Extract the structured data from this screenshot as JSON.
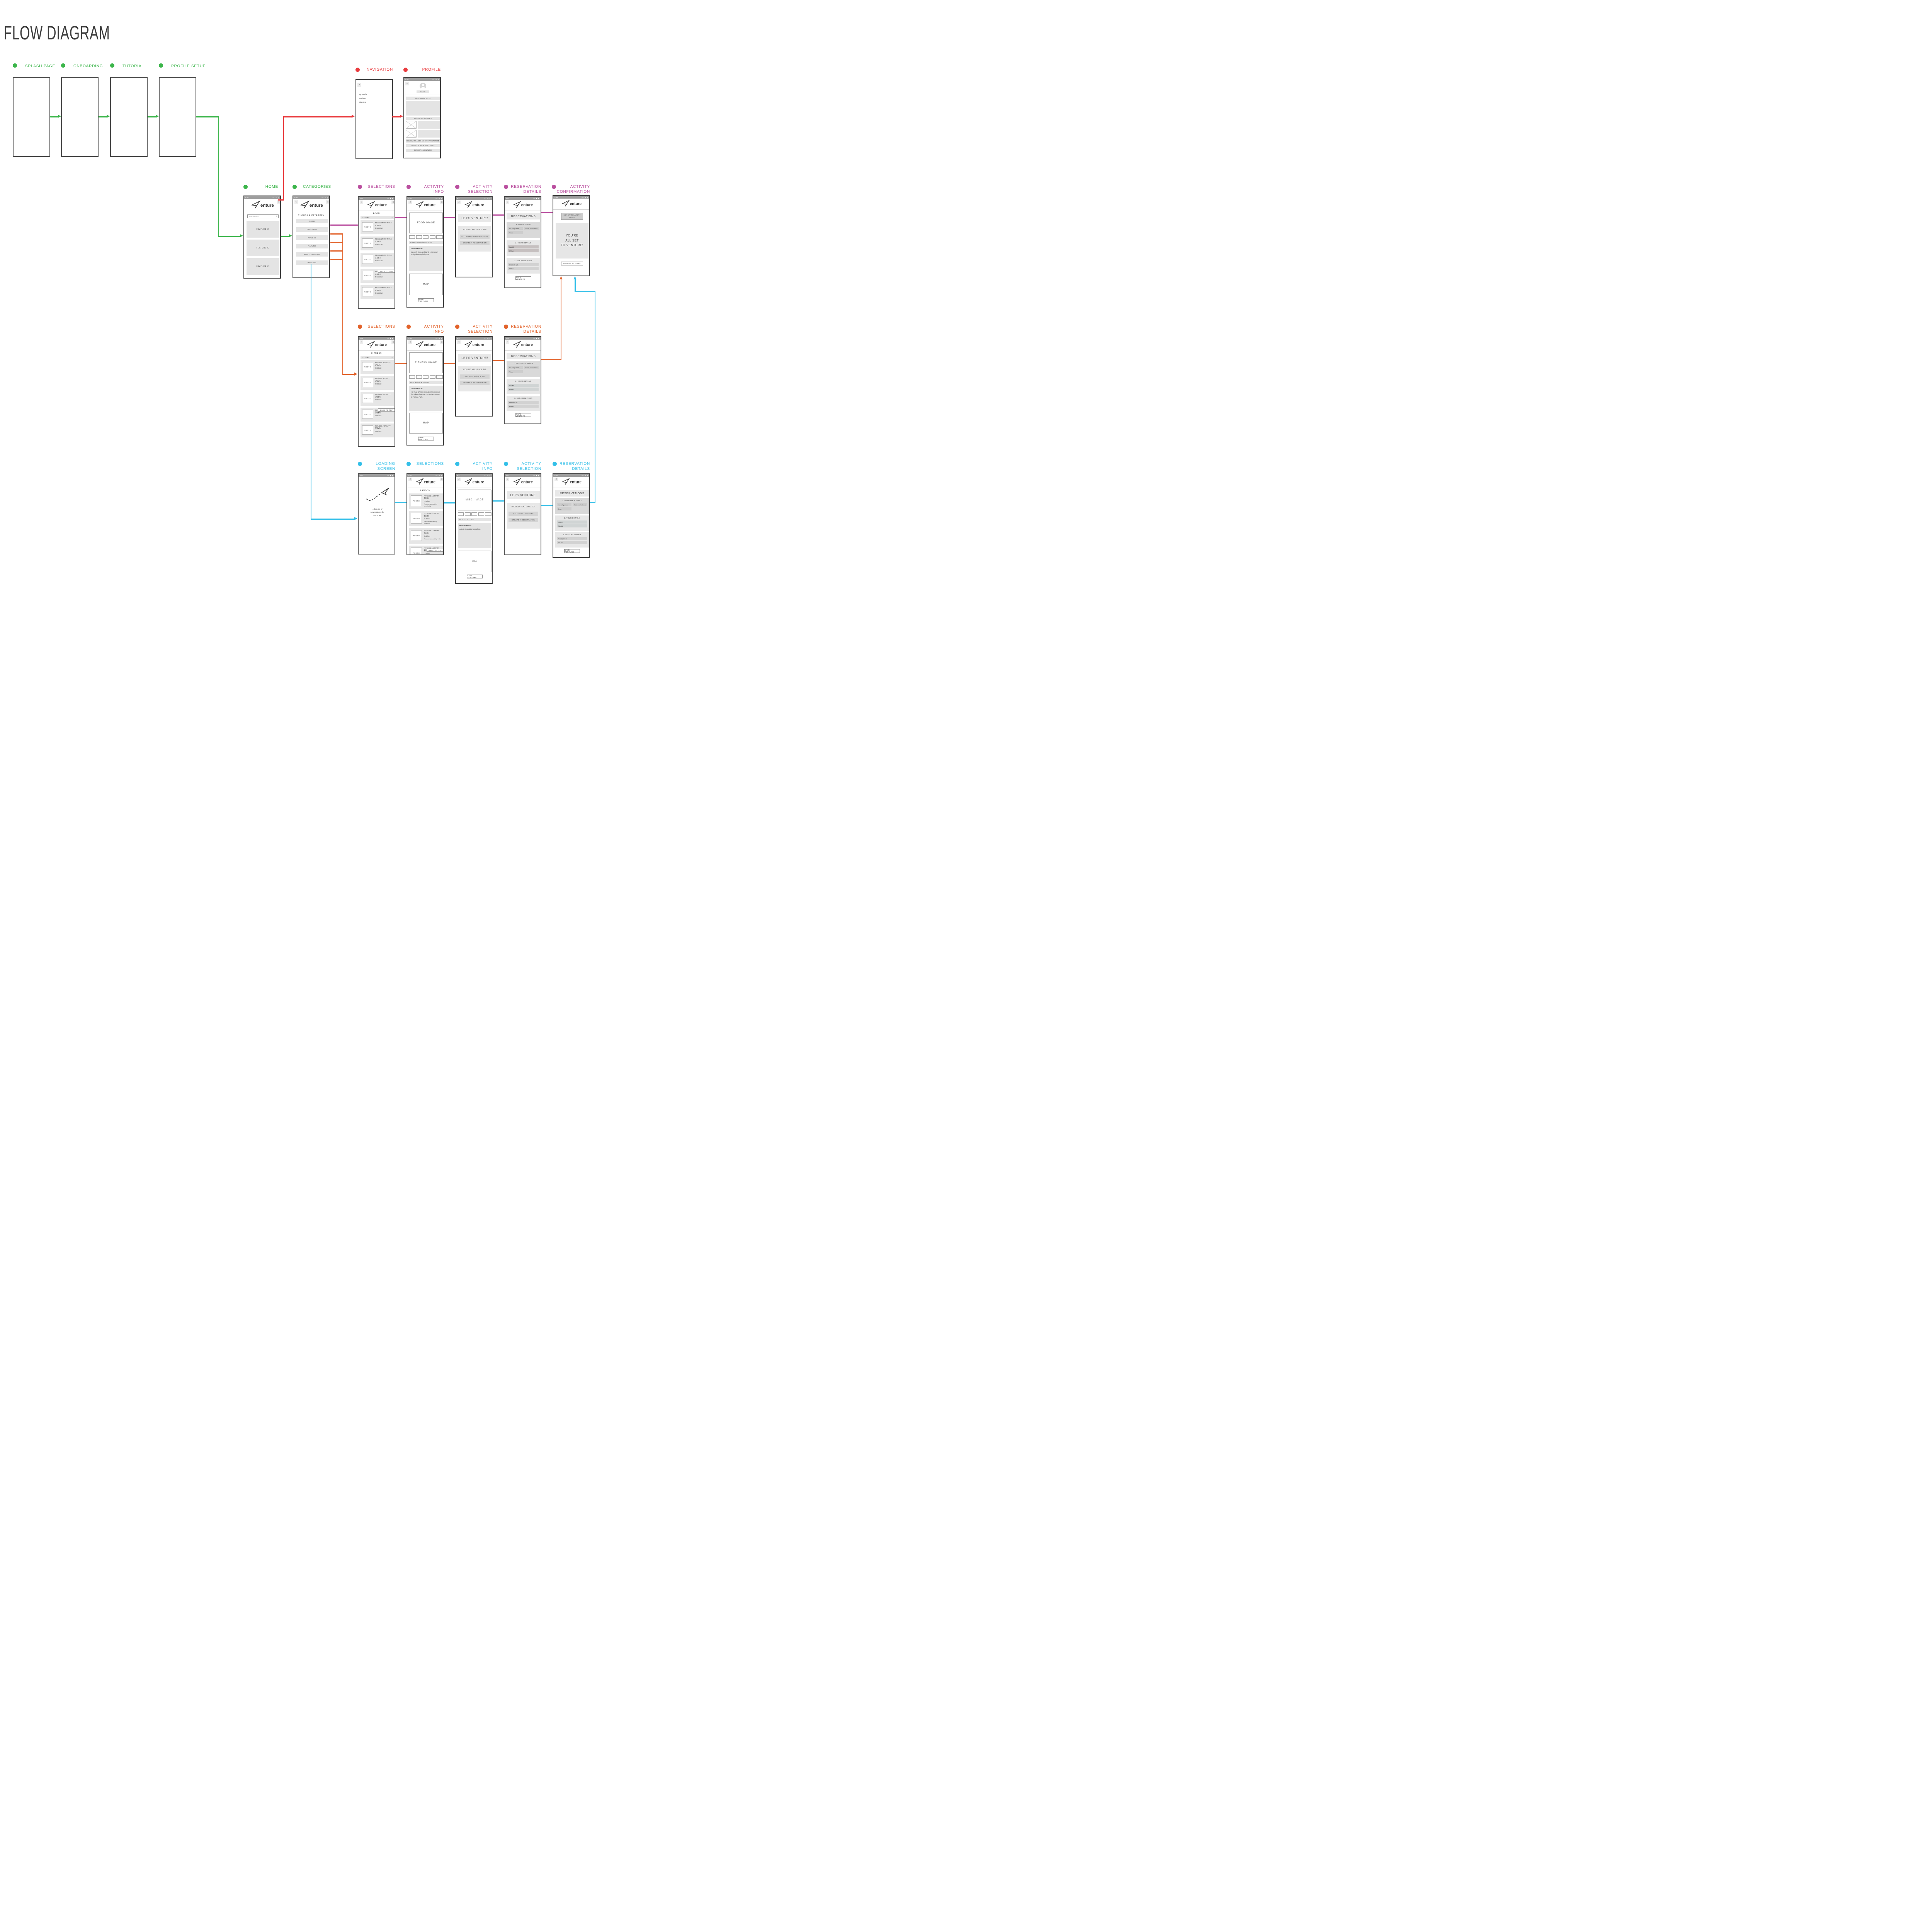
{
  "title": "FLOW DIAGRAM",
  "status": {
    "time": "9:41"
  },
  "brand": {
    "logo_text": "enture"
  },
  "icons": {
    "back": "<",
    "menu": "≡",
    "close": "×",
    "search": "⌕",
    "dropdown": "▼",
    "signal": "ılı",
    "wifi": "◆",
    "battery": "▮"
  },
  "colors": {
    "green": "#3bb54a",
    "red": "#e93a3d",
    "magenta": "#ba4f9f",
    "orange": "#e2622a",
    "blue": "#33bfe8"
  },
  "stages": {
    "splash": "SPLASH PAGE",
    "onboarding": "ONBOARDING",
    "tutorial": "TUTORIAL",
    "profile_setup": "PROFILE SETUP",
    "navigation": "NAVIGATION",
    "profile": "PROFILE",
    "home": "HOME",
    "categories": "CATEGORIES",
    "selections": "SELECTIONS",
    "activity": "ACTIVITY",
    "info": "INFO",
    "selection": "SELECTION",
    "reservation": "RESERVATION",
    "details": "DETAILS",
    "confirmation": "CONFIRMATION",
    "loading": "LOADING",
    "screen": "SCREEN"
  },
  "nav_screen": {
    "menu": [
      "My Profile",
      "Settings",
      "Sign Out"
    ]
  },
  "profile_screen": {
    "name": "NAME",
    "account_info": "ACCOUNT INFO",
    "saved_ventures": "SAVED VENTURES",
    "review": "REVIEW PLACES YOU'VE VENTURED",
    "vote": "VOTE ON NEW VENTURES",
    "submit": "SUBMIT A VENTURE"
  },
  "home_screen": {
    "search_placeholder": "enter location",
    "features": [
      "FEATURE #1",
      "FEATURE #2",
      "FEATURE #3"
    ]
  },
  "categories_screen": {
    "heading": "CHOOSE A CATEGORY",
    "buttons": [
      "FOOD",
      "CULTURAL",
      "FITNESS",
      "NATURE",
      "MISCELLANEOUS",
      "RANDOM"
    ]
  },
  "shared": {
    "filters": "FILTERS",
    "photo": "PHOTO",
    "rating": "4.8/5.0",
    "back_to_top": "BACK TO TOP",
    "description_label": "DESCRIPTION:",
    "map": "MAP",
    "save_venture": "SAVE VENTURE",
    "lets_venture": "LET'S VENTURE!",
    "would_you_like_to": "WOULD YOU LIKE TO:",
    "create_reservation": "CREATE A RESERVATION",
    "reservations": "RESERVATIONS",
    "reserve_space": "1. RESERVE A SPACE",
    "no_of_guests": "No. of guests",
    "date": "Date:  xx/xx/xxxx",
    "time": "Time",
    "your_details": "2. YOUR DETAILS",
    "name": "NAME",
    "email": "EMAIL",
    "set_reminder": "3. SET A REMINDER",
    "phone_no": "PHONE NO."
  },
  "food": {
    "heading": "FOOD",
    "item_title": "RESTAURANT TITLE",
    "item_tag": "Moroccan",
    "image_label": "FOOD IMAGE",
    "venue": "BABOUSH OVEN & BAR",
    "description": "Baboush Oven and Bar is a Moroccan family dinner styled place.",
    "call": "CALL BABOUSH OVEN & BAR",
    "find_table": "1. FIND A TABLE"
  },
  "fitness": {
    "heading": "FITNESS",
    "item_title": "FITNESS ACTIVITY TITLE",
    "item_tag": "Outdoor",
    "image_label": "FITNESS IMAGE",
    "venue": "HOT YOGA & GOATS",
    "description": "Hot Yoga & Tea is an outdoor experience that takes place every Thursday morning at Pullman Park.",
    "call": "CALL HOT YOGA & TEA"
  },
  "random": {
    "heading": "RANDOM",
    "item_title": "FITNESS ACTIVITY TITLE",
    "item_tag": "Outdoor",
    "recommended": [
      "Recommended by popularity",
      "Recommended by location",
      "Recommended by vote"
    ],
    "image_label": "MISC. IMAGE",
    "venue": "ACTIVITY TITLE:",
    "description": "Activity description goes here.",
    "call": "CALL MISC. ACTIVITY"
  },
  "loading_screen": {
    "caption": [
      "...thinking of",
      "new ventures for",
      "you to try."
    ]
  },
  "confirmation_screen": {
    "congrats": [
      "CONGRATULATORY",
      "IMAGE"
    ],
    "message": [
      "YOU'RE",
      "ALL SET",
      "TO VENTURE!"
    ],
    "return_home": "RETURN TO HOME"
  }
}
